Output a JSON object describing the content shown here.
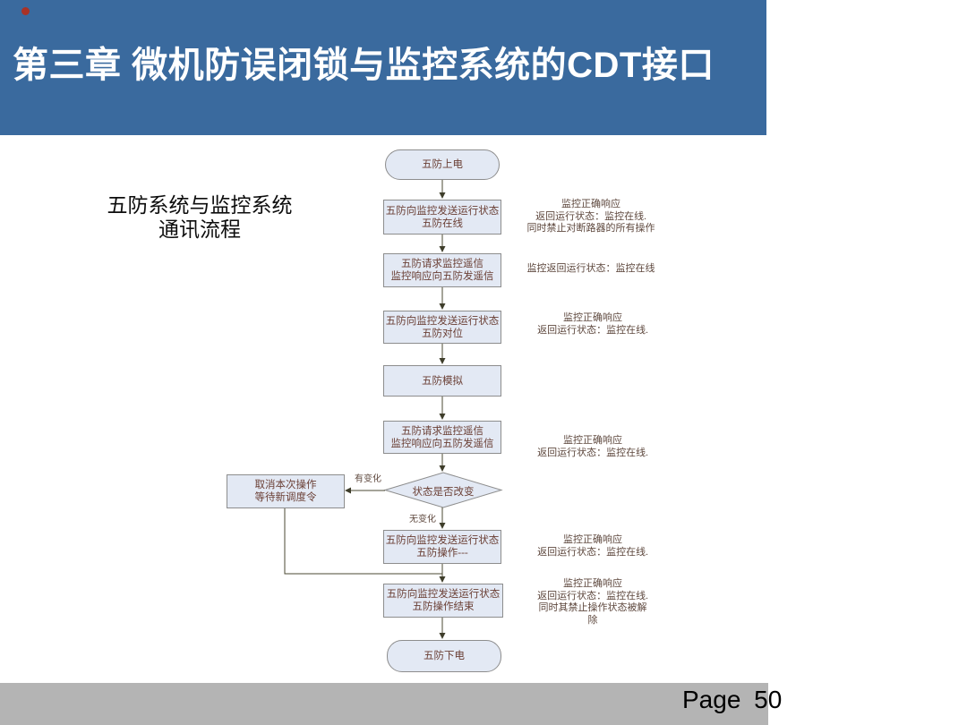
{
  "slide": {
    "title": "第三章 微机防误闭锁与监控系统的CDT接口",
    "page_label": "Page 50"
  },
  "caption": {
    "line1": "五防系统与监控系统",
    "line2": "通讯流程"
  },
  "flowchart": {
    "start": {
      "label": "五防上电"
    },
    "box1": {
      "line1": "五防向监控发送运行状态",
      "line2": "五防在线"
    },
    "box2": {
      "line1": "五防请求监控遥信",
      "line2": "监控响应向五防发遥信"
    },
    "box3": {
      "line1": "五防向监控发送运行状态",
      "line2": "五防对位"
    },
    "box4": {
      "label": "五防模拟"
    },
    "box5": {
      "line1": "五防请求监控遥信",
      "line2": "监控响应向五防发遥信"
    },
    "decision": {
      "label": "状态是否改变"
    },
    "cancel": {
      "line1": "取消本次操作",
      "line2": "等待新调度令"
    },
    "box6": {
      "line1": "五防向监控发送运行状态",
      "line2": "五防操作---"
    },
    "box7": {
      "line1": "五防向监控发送运行状态",
      "line2": "五防操作结束"
    },
    "end": {
      "label": "五防下电"
    },
    "edge_labels": {
      "changed": "有变化",
      "unchanged": "无变化"
    }
  },
  "annotations": {
    "a1": {
      "line1": "监控正确响应",
      "line2": "返回运行状态：监控在线.",
      "line3": "同时禁止对断路器的所有操作"
    },
    "a2": {
      "line1": "监控返回运行状态：监控在线"
    },
    "a3": {
      "line1": "监控正确响应",
      "line2": "返回运行状态：监控在线."
    },
    "a4": {
      "line1": "监控正确响应",
      "line2": "返回运行状态：监控在线."
    },
    "a5": {
      "line1": "监控正确响应",
      "line2": "返回运行状态：监控在线."
    },
    "a6": {
      "line1": "监控正确响应",
      "line2": "返回运行状态：监控在线.",
      "line3": "同时其禁止操作状态被解",
      "line4": "除"
    }
  },
  "icons": {
    "red_dot": "red-indicator-dot"
  },
  "colors": {
    "header_bg": "#3a6a9e",
    "header_text": "#ffffff",
    "node_fill": "#e3e9f4",
    "node_border": "#8d8d8d",
    "node_text": "#6b4036",
    "annotation_text": "#5e483e",
    "connector": "#4b4a33",
    "footer_bg": "#b4b4b4",
    "red_dot": "#a93226"
  }
}
